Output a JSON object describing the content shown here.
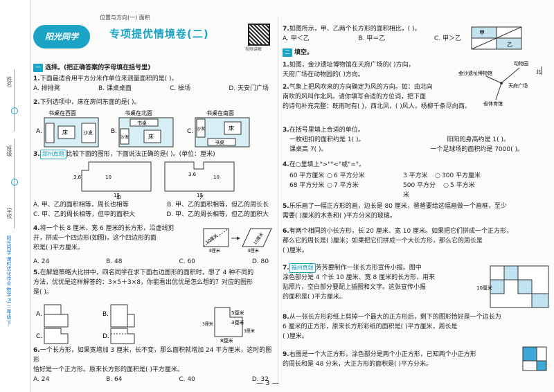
{
  "spine": {
    "labels": [
      "姓名",
      "班级",
      "学校"
    ],
    "brand": "阳光同学 课时优化作业 数学 RJ 三年级 下"
  },
  "header": {
    "breadcrumb": "位置与方向(一)    面积",
    "logo": "阳光同学",
    "title": "专项提优情境卷(二)",
    "qr_label": "视频讲解"
  },
  "section1": {
    "tag": "一",
    "title": "选择。(把正确答案的字母填在括号里)"
  },
  "q1": {
    "num": "1.",
    "text": "下面最适合用平方分米作单位来测量面积的是(      )。",
    "options": [
      "A. 排排凳",
      "B. 课桌桌面",
      "C. 操场",
      "D. 天安门广场"
    ]
  },
  "q2": {
    "num": "2.",
    "text": "下列选项中，床在房间东面的是(      )。",
    "captions": [
      "书桌在西面",
      "书桌在北面",
      "书桌在南面"
    ],
    "letters": [
      "A.",
      "B.",
      "C."
    ],
    "items": [
      "书桌",
      "床",
      "沙发"
    ]
  },
  "q3": {
    "num": "3.",
    "tag": "郑州真题",
    "text": "比较下面的图形，下面说法正确的是(      )。(单位：厘米)",
    "labels": [
      "3.6",
      "10",
      "15",
      "甲",
      "3.6",
      "10",
      "15",
      "乙"
    ],
    "opt_a": "A. 甲、乙的面积相等，周长也相等",
    "opt_b": "B. 甲、乙的面积相等，但乙的周长长",
    "opt_c": "C. 甲、乙的周长相等，但甲的面积大",
    "opt_d": "D. 甲、乙的周长相等，但乙的面积大"
  },
  "q4": {
    "num": "4.",
    "text1": "将一个长 8 厘米、宽 6 厘米的长方形，沿虚线剪",
    "text2": "开，拼成一个四边形(如图)。这个四边形的面",
    "text3": "积是(      )平方厘米。",
    "labels": [
      "10厘米",
      "8厘米",
      "10厘米",
      "8厘米"
    ],
    "options": [
      "A. 24",
      "B. 48",
      "C. 60",
      "D. 80"
    ]
  },
  "q5": {
    "num": "5.",
    "text1": "在解题策略大比拼中，四名同学在求下面右边图形的面积时，想了 4 种不同的",
    "text2": "方法，优优是这样解答的：3×5＋3×8，你能看出优优是怎么想的？对应的图形",
    "text3": "是(      )。",
    "letters": [
      "A.",
      "B.",
      "C.",
      "D."
    ],
    "labels": [
      "5厘米",
      "3厘米",
      "3厘米",
      "8厘米",
      "3厘米"
    ]
  },
  "q6": {
    "num": "6.",
    "text1": "一个长方形，如果宽增加 3 厘米，长不变，那么面积就增加 24 平方厘米，这时的图形",
    "text2": "恰好是一个正方形。原来长方形的面积是(      )平方厘米。",
    "options": [
      "A. 24",
      "B. 64",
      "C. 40",
      "D. 32"
    ]
  },
  "q7": {
    "num": "7.",
    "text": "如图所示，甲、乙两个长方形的面积相比，(      )。",
    "options": [
      "A. 甲＜乙",
      "B. 甲＝乙",
      "C. 甲＞乙"
    ],
    "labels": [
      "甲",
      "乙"
    ]
  },
  "section2": {
    "tag": "二",
    "title": "填空。"
  },
  "f1": {
    "num": "1.",
    "text1": "如图，金沙遗址博物馆在天府广场的(      )方向，",
    "text2": "天府广场在动物园的(      )方向。",
    "labels": [
      "金沙遗址博物馆",
      "动物园",
      "北",
      "天府广场",
      "省体育馆"
    ]
  },
  "f2": {
    "num": "2.",
    "text1": "气象上把风吹来的方向确定为风的方向。如：由北向",
    "text2": "南吹的风叫作北风。请你填写合适的方位词，把下面",
    "text3": "的诗句补充完整：既雨时有(      )，西北风，(      )风人，杨柳千条尽向西。"
  },
  "f3": {
    "num": "3.",
    "text": "在括号里填上合适的单位。",
    "line1a": "一枚纽扣的面积约是 1(      )。",
    "line1b": "阳阳的身高约是 1(      )。",
    "line2a": "课桌高 7(      )。",
    "line2b": "一个足球场的面积约是 7000(      )。"
  },
  "f4": {
    "num": "4.",
    "text": "在○里填上\">\"\"<\"或\"=\"。",
    "rows": [
      [
        "60 平方厘米",
        "6 平方分米",
        "3 平方米",
        "300 平方厘米"
      ],
      [
        "68 平方分米",
        "7 平方米",
        "500 平方分米",
        "5 平方米"
      ]
    ]
  },
  "f5": {
    "num": "5.",
    "text1": "乐乐画了一幅正方形的画，边长是 80 厘米，爸爸要给这幅画做一个画框，至少",
    "text2": "需要(      )厘米的木条和(      )平方分米的玻璃。"
  },
  "f6": {
    "num": "6.",
    "text1": "有两个相同的小长方形，长 20 厘米、宽 10 厘米。如果把它们拼成一个正方形，",
    "text2": "那么它的周长是(      )厘米；如果把它们拼成一个大长方形，那么它的周长是",
    "text3": "(      )厘米。"
  },
  "f7": {
    "num": "7.",
    "tag": "福州真题",
    "text1": "芳芳要制作一张长方形宣传小报。图中",
    "text2": "涂色部分是 4 个长 10 厘米、宽 8 厘米的长方形，用来",
    "text3": "贴照片，空白部分要配上插图和文字。这张宣传小报",
    "text4": "的面积是(      )平方厘米。",
    "label": "10厘米"
  },
  "f8": {
    "num": "8.",
    "text1": "从一张长方形彩纸上剪掉一个最大的正方形后，剩下的图形恰好是一个边长为",
    "text2": "6 厘米的正方形，原来长方形彩纸的面积是(      )平方厘米，周长是",
    "text3": "(      )厘米。"
  },
  "f9": {
    "num": "9.",
    "text1": "右图是一个大正方形，涂色部分是两个小正方形，已知两个小正方形",
    "text2": "的周长和是 48 分米，大正方形的面积是(      )平方分米。"
  },
  "footer": {
    "page": "— 3 —"
  }
}
